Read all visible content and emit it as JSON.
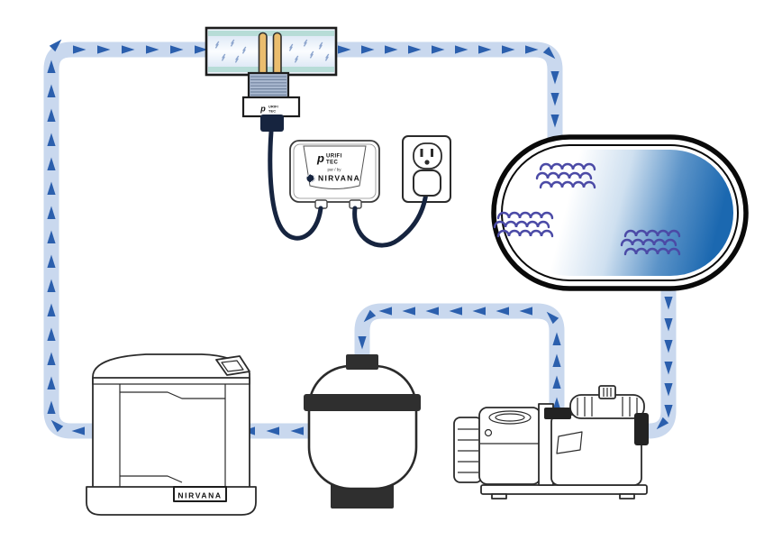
{
  "brand": {
    "purifitec": {
      "monogram": "p",
      "word_top": "URIFI",
      "word_bottom": "TEC"
    },
    "byline": "par / by",
    "nirvana": "NIRVANA"
  },
  "heat_pump": {
    "nameplate": "NIRVANA"
  },
  "colors": {
    "background": "#ffffff",
    "pipe": "#c9d8ee",
    "arrow": "#2b5fad",
    "pool_blue": "#1b68b0",
    "wave": "#4b4aa6",
    "pipe_lining_teal": "#b7dcd7",
    "electrode_gold": "#eabd6e",
    "fitting_gray": "#aab9d0",
    "cable_navy": "#16243f",
    "dark_fitting": "#2f2f2f"
  }
}
